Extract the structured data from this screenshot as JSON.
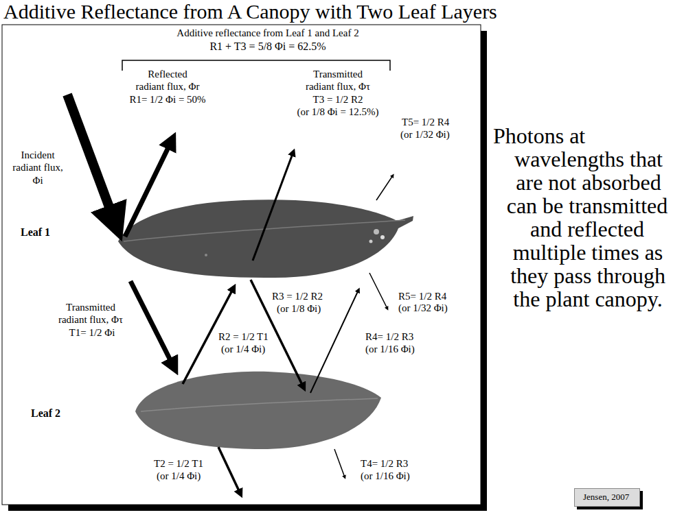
{
  "diagram": {
    "title": "Additive Reflectance from A Canopy with Two Leaf Layers",
    "nodes": [
      {
        "text": [
          "Jensen, 2007"
        ]
      }
    ],
    "labels": [
      "Additive reflectance from Leaf 1 and Leaf 2",
      "R1 + T3 = 5/8 Φi = 62.5%",
      "Reflected",
      "radiant flux, Φr",
      "R1= 1/2 Φi = 50%",
      "Transmitted",
      "radiant flux, Φτ",
      "T3 = 1/2 R2",
      "(or 1/8 Φi = 12.5%)",
      "Incident",
      "radiant flux,",
      "Φi",
      "T5= 1/2 R4",
      "(or 1/32 Φi)",
      "Leaf 1",
      "Transmitted",
      "radiant flux, Φτ",
      "T1= 1/2 Φi",
      "R3 = 1/2 R2",
      "(or 1/8 Φi)",
      "R5= 1/2 R4",
      "(or 1/32 Φi)",
      "R2 = 1/2 T1",
      "(or 1/4 Φi)",
      "R4= 1/2 R3",
      "(or 1/16 Φi)",
      "Leaf 2",
      "T2 = 1/2 T1",
      "(or 1/4 Φi)",
      "T4= 1/2 R3",
      "(or 1/16 Φi)",
      "Photons at",
      "wavelengths that",
      "are not absorbed",
      "can be transmitted",
      "and reflected",
      "multiple times as",
      "they pass through",
      "the plant canopy."
    ]
  }
}
